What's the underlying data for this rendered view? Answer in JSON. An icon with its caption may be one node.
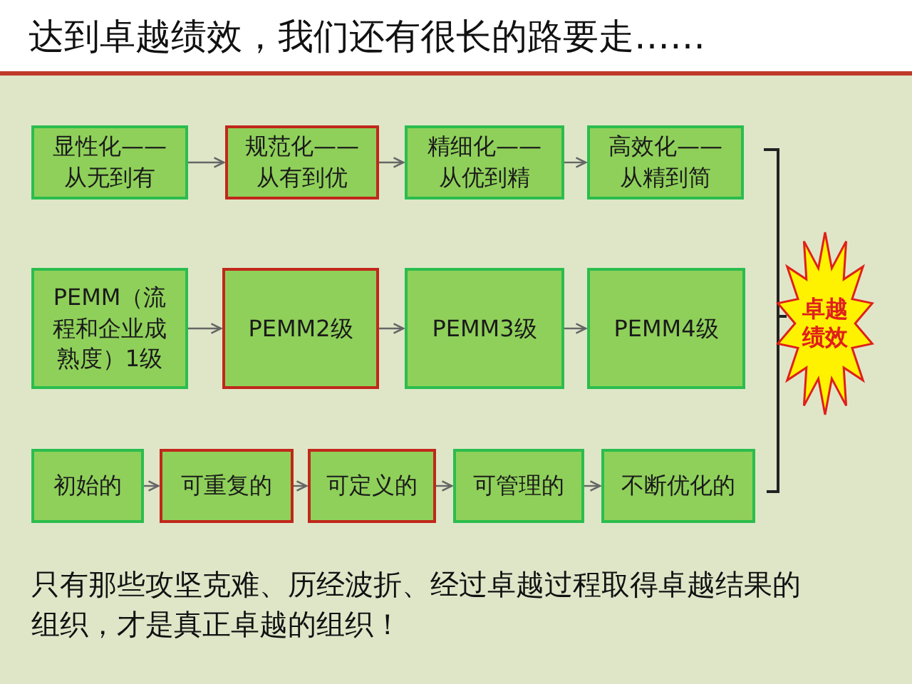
{
  "diagram": {
    "title": "达到卓越绩效，我们还有很长的路要走……",
    "nodes": [
      {
        "text": [
          "显性化——从无到有"
        ]
      },
      {
        "text": [
          "规范化——从有到优"
        ]
      },
      {
        "text": [
          "精细化——从优到精"
        ]
      },
      {
        "text": [
          "高效化——从精到简"
        ]
      },
      {
        "text": [
          "PEMM（流程和企业成熟度）1级"
        ]
      },
      {
        "text": [
          "PEMM2级"
        ]
      },
      {
        "text": [
          "PEMM3级"
        ]
      },
      {
        "text": [
          "PEMM4级"
        ]
      },
      {
        "text": [
          "初始的"
        ]
      },
      {
        "text": [
          "可重复的"
        ]
      },
      {
        "text": [
          "可定义的"
        ]
      },
      {
        "text": [
          "可管理的"
        ]
      },
      {
        "text": [
          "不断优化的"
        ]
      },
      {
        "text": [
          "卓越绩效"
        ]
      }
    ],
    "edges": [
      {
        "from": 0,
        "to": 1,
        "arrow": "to"
      },
      {
        "from": 1,
        "to": 2,
        "arrow": "to"
      },
      {
        "from": 2,
        "to": 3,
        "arrow": "to"
      },
      {
        "from": 4,
        "to": 5,
        "arrow": "to"
      },
      {
        "from": 5,
        "to": 6,
        "arrow": "to"
      },
      {
        "from": 6,
        "to": 7,
        "arrow": "to"
      },
      {
        "from": 8,
        "to": 9,
        "arrow": "to"
      },
      {
        "from": 9,
        "to": 10,
        "arrow": "to"
      },
      {
        "from": 10,
        "to": 11,
        "arrow": "to"
      },
      {
        "from": 11,
        "to": 12,
        "arrow": "to"
      }
    ],
    "labels": [
      "只有那些攻坚克难、历经波折、经过卓越过程取得卓越结果的组织，才是真正卓越的组织！"
    ]
  }
}
